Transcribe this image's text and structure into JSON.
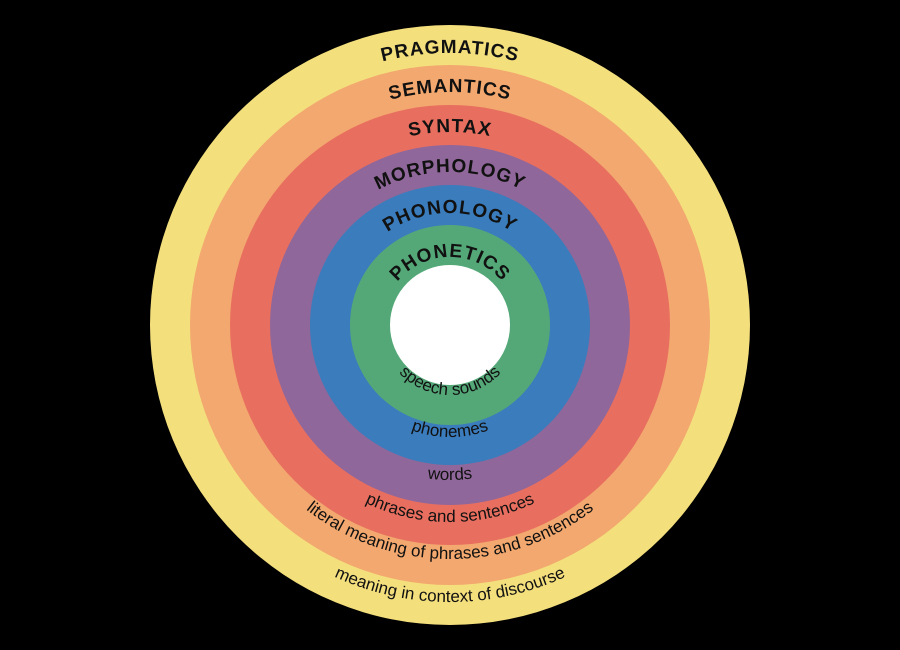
{
  "background": "#000000",
  "rings": [
    {
      "title": "PRAGMATICS",
      "description": "meaning in context of discourse",
      "color": "#f4df7d"
    },
    {
      "title": "SEMANTICS",
      "description": "literal meaning of phrases and sentences",
      "color": "#f2a86e"
    },
    {
      "title": "SYNTAX",
      "description": "phrases and sentences",
      "color": "#e86f5f"
    },
    {
      "title": "MORPHOLOGY",
      "description": "words",
      "color": "#90679a"
    },
    {
      "title": "PHONOLOGY",
      "description": "phonemes",
      "color": "#3a7cbc"
    },
    {
      "title": "PHONETICS",
      "description": "speech sounds",
      "color": "#54a878"
    }
  ],
  "center_color": "#ffffff"
}
